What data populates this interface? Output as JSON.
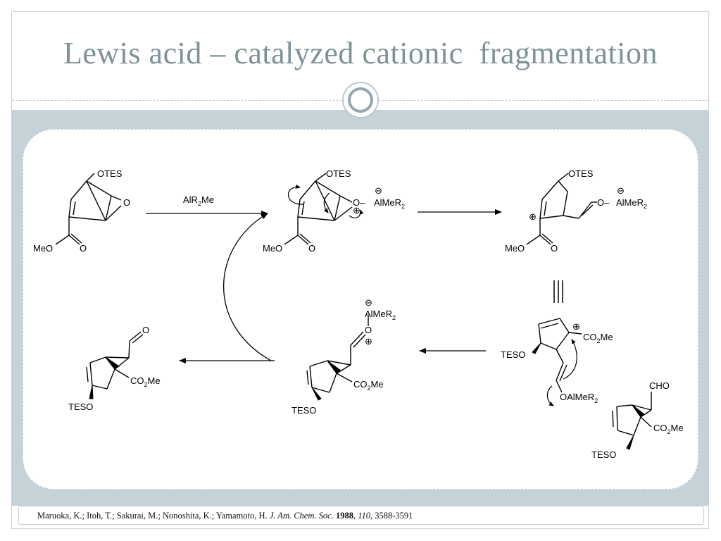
{
  "slide": {
    "title": "Lewis acid – catalyzed cationic  fragmentation"
  },
  "scheme": {
    "reagent": {
      "main": "AlR",
      "sub": "2",
      "tail": "Me"
    },
    "labels": {
      "otes": "OTES",
      "o": "O",
      "meo": "MeO",
      "o_carbonyl": "O",
      "al": "AlMeR",
      "r2": "2",
      "o_dash": "O–",
      "minus": "⊖",
      "plus": "⊕",
      "teso": "TESO",
      "co": "CO",
      "co_sub": "2",
      "co_tail": "Me",
      "cho": "CHO",
      "oalmer": "OAlMeR"
    }
  },
  "citation": {
    "authors": "Maruoka, K.; Itoh, T.; Sakurai, M.; Nonoshita, K.; Yamamoto, H. ",
    "journal": "J. Am. Chem. Soc.",
    "year": "1988",
    "volume": "110",
    "pages": ", 3588-3591"
  }
}
